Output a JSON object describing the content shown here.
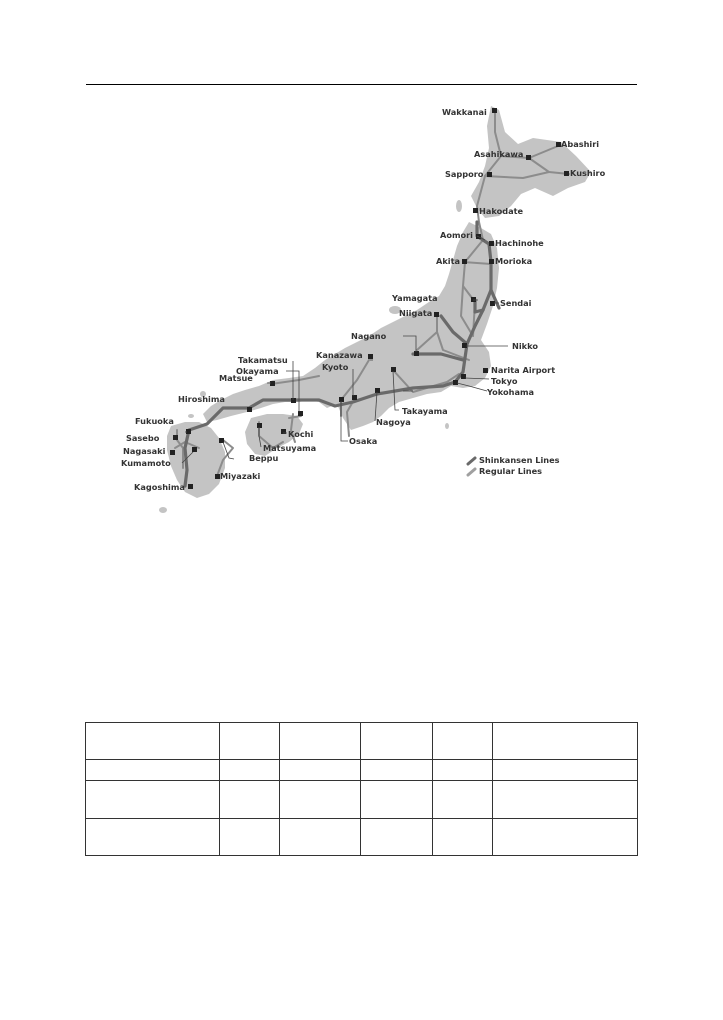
{
  "map": {
    "stations": [
      {
        "id": "wakkanai",
        "name": "Wakkanai"
      },
      {
        "id": "abashiri",
        "name": "Abashiri"
      },
      {
        "id": "asahikawa",
        "name": "Asahikawa"
      },
      {
        "id": "sapporo",
        "name": "Sapporo"
      },
      {
        "id": "kushiro",
        "name": "Kushiro"
      },
      {
        "id": "hakodate",
        "name": "Hakodate"
      },
      {
        "id": "aomori",
        "name": "Aomori"
      },
      {
        "id": "hachinohe",
        "name": "Hachinohe"
      },
      {
        "id": "akita",
        "name": "Akita"
      },
      {
        "id": "morioka",
        "name": "Morioka"
      },
      {
        "id": "yamagata",
        "name": "Yamagata"
      },
      {
        "id": "sendai",
        "name": "Sendai"
      },
      {
        "id": "niigata",
        "name": "Niigata"
      },
      {
        "id": "nagano",
        "name": "Nagano"
      },
      {
        "id": "nikko",
        "name": "Nikko"
      },
      {
        "id": "kanazawa",
        "name": "Kanazawa"
      },
      {
        "id": "kyoto",
        "name": "Kyoto"
      },
      {
        "id": "takamatsu",
        "name": "Takamatsu"
      },
      {
        "id": "okayama",
        "name": "Okayama"
      },
      {
        "id": "matsue",
        "name": "Matsue"
      },
      {
        "id": "narita",
        "name": "Narita Airport"
      },
      {
        "id": "tokyo",
        "name": "Tokyo"
      },
      {
        "id": "yokohama",
        "name": "Yokohama"
      },
      {
        "id": "hiroshima",
        "name": "Hiroshima"
      },
      {
        "id": "takayama",
        "name": "Takayama"
      },
      {
        "id": "kochi",
        "name": "Kochi"
      },
      {
        "id": "nagoya",
        "name": "Nagoya"
      },
      {
        "id": "fukuoka",
        "name": "Fukuoka"
      },
      {
        "id": "osaka",
        "name": "Osaka"
      },
      {
        "id": "sasebo",
        "name": "Sasebo"
      },
      {
        "id": "matsuyama",
        "name": "Matsuyama"
      },
      {
        "id": "nagasaki",
        "name": "Nagasaki"
      },
      {
        "id": "beppu",
        "name": "Beppu"
      },
      {
        "id": "kumamoto",
        "name": "Kumamoto"
      },
      {
        "id": "miyazaki",
        "name": "Miyazaki"
      },
      {
        "id": "kagoshima",
        "name": "Kagoshima"
      }
    ],
    "legend": {
      "shinkansen": "Shinkansen Lines",
      "regular": "Regular Lines"
    },
    "colors": {
      "land": "#c4c4c4",
      "shinkansen": "#6a6a6a",
      "regular": "#8c8c8c"
    }
  },
  "table": {
    "rows": [
      [
        "",
        "",
        "",
        "",
        "",
        ""
      ],
      [
        "",
        "",
        "",
        "",
        "",
        ""
      ],
      [
        "",
        "",
        "",
        "",
        "",
        ""
      ],
      [
        "",
        "",
        "",
        "",
        "",
        ""
      ]
    ]
  }
}
